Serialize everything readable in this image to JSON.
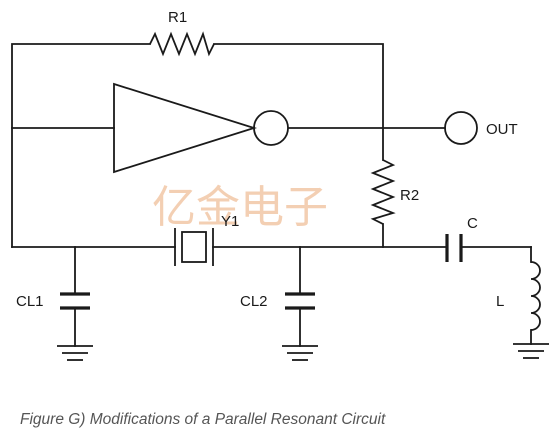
{
  "labels": {
    "r1": "R1",
    "r2": "R2",
    "y1": "Y1",
    "c": "C",
    "l": "L",
    "cl1": "CL1",
    "cl2": "CL2",
    "out": "OUT"
  },
  "watermark": "亿金电子",
  "caption": "Figure G) Modifications of a Parallel Resonant Circuit",
  "colors": {
    "line": "#1a1a1a",
    "watermark": "#f2c7a6",
    "caption": "#555555"
  }
}
